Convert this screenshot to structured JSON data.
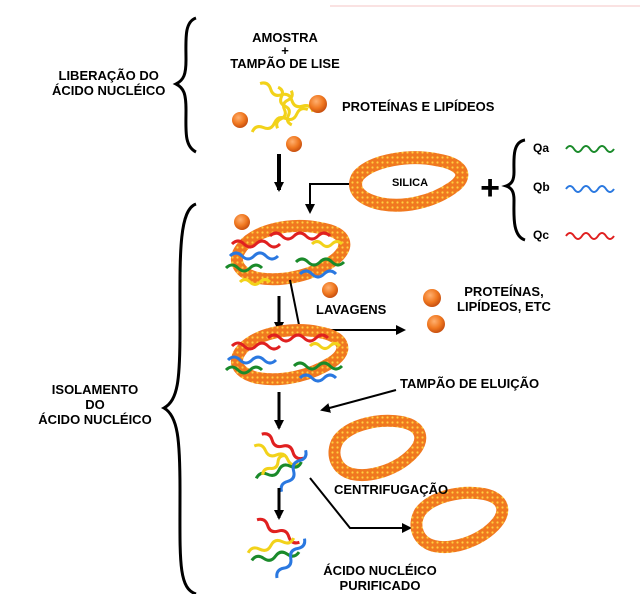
{
  "section_liberation": {
    "line1": "LIBERAÇÃO DO",
    "line2": "ÁCIDO NUCLÉICO"
  },
  "sample": {
    "line1": "AMOSTRA",
    "line2": "+",
    "line3": "TAMPÃO DE LISE"
  },
  "proteins_lipids": "PROTEÍNAS E LIPÍDEOS",
  "silica": "SILICA",
  "plus_sign": "+",
  "probes": [
    {
      "label": "Qa",
      "color": "#1a8a2a"
    },
    {
      "label": "Qb",
      "color": "#2a78e0"
    },
    {
      "label": "Qc",
      "color": "#e02020"
    }
  ],
  "washes": "LAVAGENS",
  "removed": {
    "line1": "PROTEÍNAS,",
    "line2": "LIPÍDEOS, ETC"
  },
  "section_isolation": {
    "line1": "ISOLAMENTO",
    "line2": "DO",
    "line3": "ÁCIDO NUCLÉICO"
  },
  "elution_buffer": "TAMPÃO DE ELUIÇÃO",
  "centrifugation": "CENTRIFUGAÇÃO",
  "purified": {
    "line1": "ÁCIDO NUCLÉICO",
    "line2": "PURIFICADO"
  },
  "colors": {
    "silica_orange": "#f07820",
    "silica_dots": "#ffd040",
    "strand_yellow": "#f2d21a",
    "strand_green": "#1a8a2a",
    "strand_blue": "#2a78e0",
    "strand_red": "#e02020"
  }
}
